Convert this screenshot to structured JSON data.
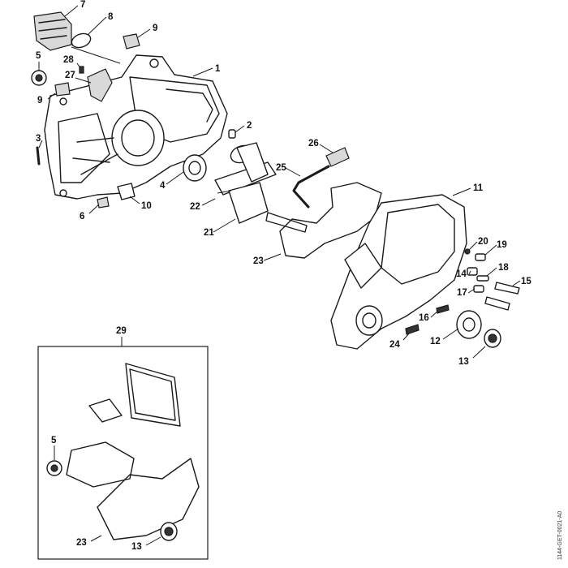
{
  "callouts": {
    "c1": "1",
    "c2": "2",
    "c3": "3",
    "c4": "4",
    "c5": "5",
    "c6": "6",
    "c7": "7",
    "c8": "8",
    "c9": "9",
    "c10": "10",
    "c11": "11",
    "c12": "12",
    "c13": "13",
    "c14": "14",
    "c15": "15",
    "c16": "16",
    "c17": "17",
    "c18": "18",
    "c19": "19",
    "c20": "20",
    "c21": "21",
    "c22": "22",
    "c23": "23",
    "c24": "24",
    "c25": "25",
    "c26": "26",
    "c27": "27",
    "c28": "28",
    "c29": "29"
  },
  "kit_callouts": {
    "k5": "5",
    "k13": "13",
    "k23": "23"
  },
  "doc_id": "1144-GET-0021-A0"
}
